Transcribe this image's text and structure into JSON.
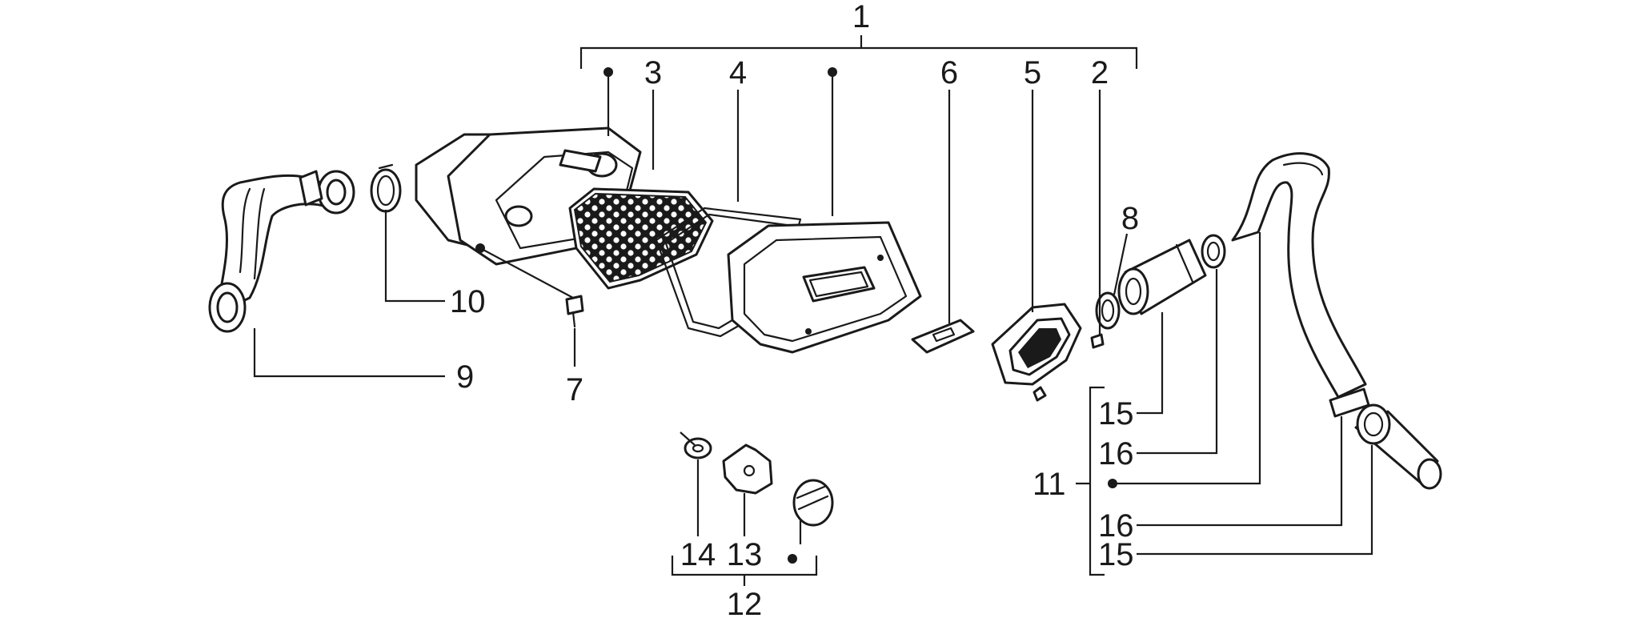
{
  "labels": {
    "l1": "1",
    "l2": "2",
    "l3": "3",
    "l4": "4",
    "l5": "5",
    "l6": "6",
    "l7": "7",
    "l8": "8",
    "l9": "9",
    "l10": "10",
    "l11": "11",
    "l12": "12",
    "l13": "13",
    "l14": "14",
    "l15a": "15",
    "l15b": "15",
    "l16a": "16",
    "l16b": "16"
  },
  "colors": {
    "ink": "#1a1a1a",
    "paper": "#ffffff"
  }
}
